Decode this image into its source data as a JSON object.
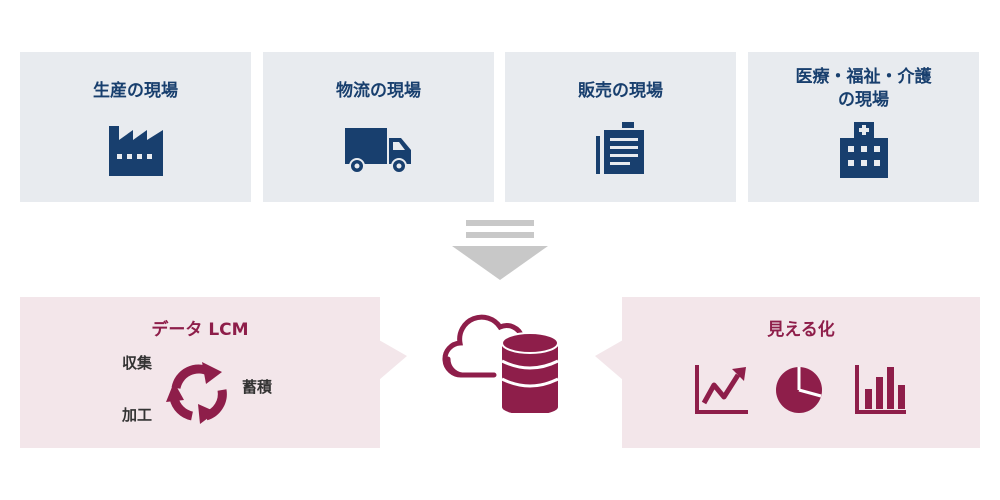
{
  "tiles": [
    {
      "title": "生産の現場",
      "icon": "factory-icon"
    },
    {
      "title": "物流の現場",
      "icon": "truck-icon"
    },
    {
      "title": "販売の現場",
      "icon": "register-icon"
    },
    {
      "title_lines": [
        "医療・福祉・介護",
        "の現場"
      ],
      "icon": "hospital-icon"
    }
  ],
  "lcm": {
    "title": "データ LCM",
    "collect": "収集",
    "store": "蓄積",
    "process": "加工",
    "icon": "cycle-arrows-icon"
  },
  "center": {
    "icon": "cloud-database-icon"
  },
  "visualize": {
    "title": "見える化",
    "icons": [
      "line-chart-icon",
      "pie-chart-icon",
      "bar-chart-icon"
    ]
  },
  "colors": {
    "navy": "#183f6e",
    "tile_bg": "#e8ebef",
    "maroon": "#8e1e4a",
    "panel_bg": "#f3e6ea",
    "arrow_gray": "#c8c8c8"
  }
}
